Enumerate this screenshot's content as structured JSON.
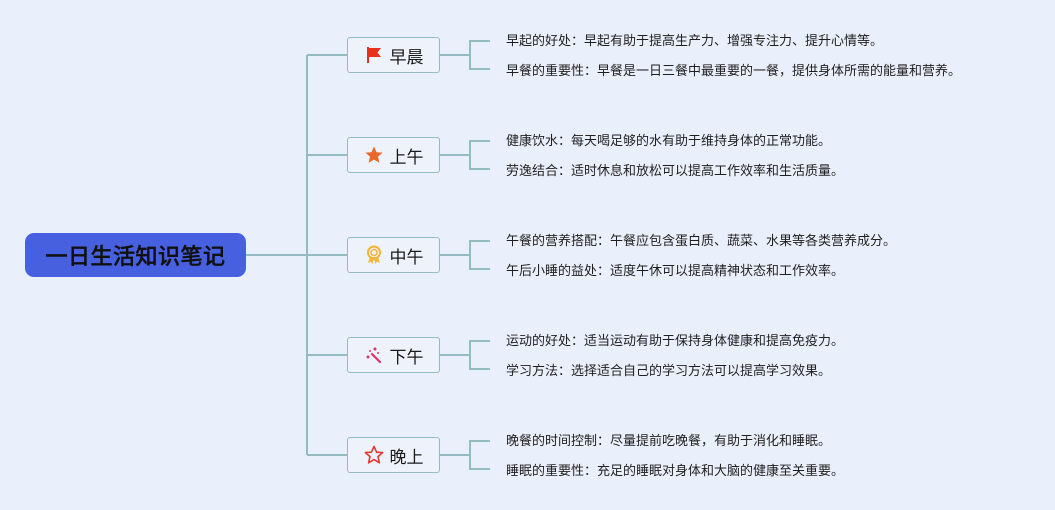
{
  "root": {
    "title": "一日生活知识笔记"
  },
  "colors": {
    "root_bg": "#4760e0",
    "connector": "#92bcc2",
    "background": "#eaeffc"
  },
  "branches": [
    {
      "label": "早晨",
      "icon": "flag-icon",
      "icon_color": "#e8311c",
      "leaves": [
        "早起的好处：早起有助于提高生产力、增强专注力、提升心情等。",
        "早餐的重要性：早餐是一日三餐中最重要的一餐，提供身体所需的能量和营养。"
      ]
    },
    {
      "label": "上午",
      "icon": "star-filled-icon",
      "icon_color": "#e8692c",
      "leaves": [
        "健康饮水：每天喝足够的水有助于维持身体的正常功能。",
        "劳逸结合：适时休息和放松可以提高工作效率和生活质量。"
      ]
    },
    {
      "label": "中午",
      "icon": "award-ribbon-icon",
      "icon_color": "#f2b632",
      "leaves": [
        "午餐的营养搭配：午餐应包含蛋白质、蔬菜、水果等各类营养成分。",
        "午后小睡的益处：适度午休可以提高精神状态和工作效率。"
      ]
    },
    {
      "label": "下午",
      "icon": "magic-wand-icon",
      "icon_color": "#e0326a",
      "leaves": [
        "运动的好处：适当运动有助于保持身体健康和提高免疫力。",
        "学习方法：选择适合自己的学习方法可以提高学习效果。"
      ]
    },
    {
      "label": "晚上",
      "icon": "star-outline-icon",
      "icon_color": "#e23a2e",
      "leaves": [
        "晚餐的时间控制：尽量提前吃晚餐，有助于消化和睡眠。",
        "睡眠的重要性：充足的睡眠对身体和大脑的健康至关重要。"
      ]
    }
  ]
}
